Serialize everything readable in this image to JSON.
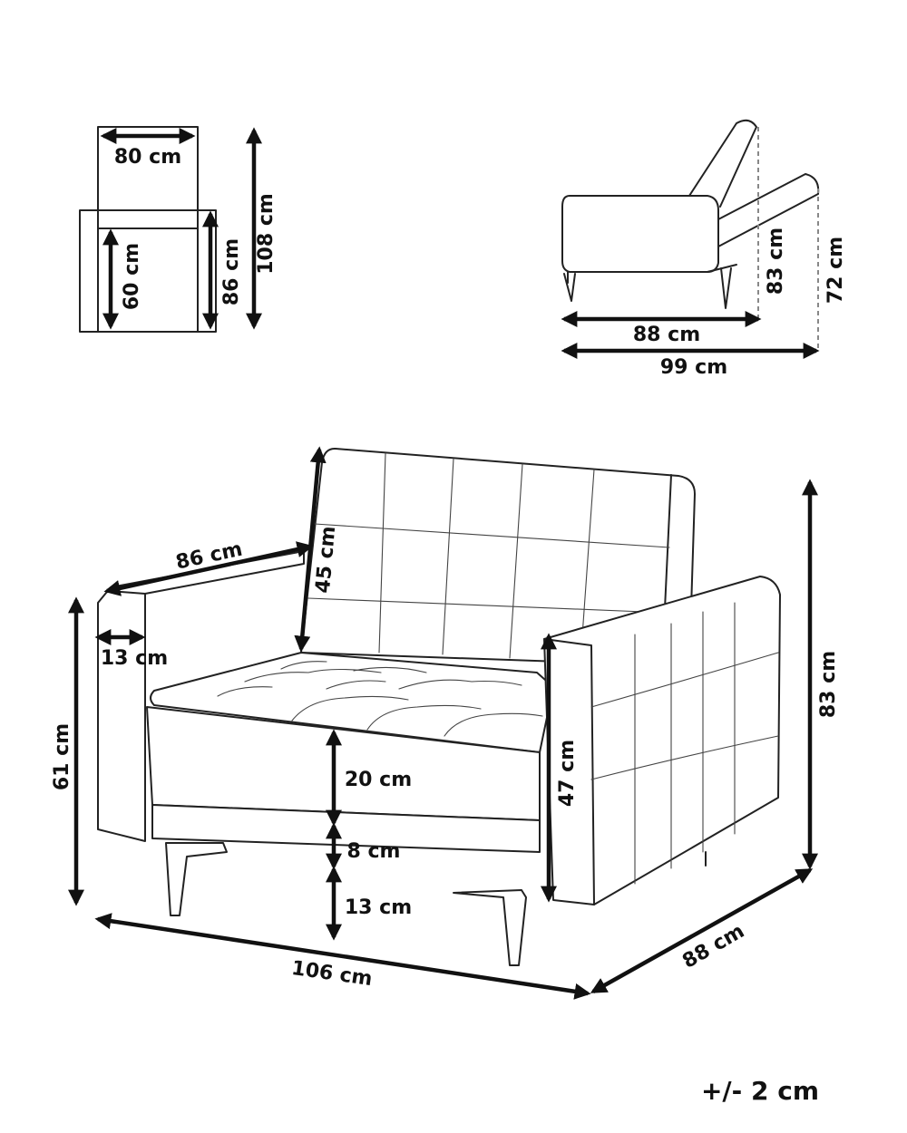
{
  "top_view": {
    "width": "80 cm",
    "seat_depth": "60 cm",
    "depth": "86 cm",
    "length_flat": "108 cm"
  },
  "side_view": {
    "depth": "88 cm",
    "depth_reclined": "99 cm",
    "height": "83 cm",
    "height_reclined": "72 cm"
  },
  "front_view": {
    "backrest_width": "86 cm",
    "backrest_height": "45 cm",
    "armrest_width": "13 cm",
    "armrest_height": "61 cm",
    "seat_cushion": "20 cm",
    "seat_base": "8 cm",
    "leg_height": "13 cm",
    "seat_height": "47 cm",
    "total_height": "83 cm",
    "total_width": "106 cm",
    "total_depth": "88 cm"
  },
  "tolerance": "+/- 2 cm"
}
